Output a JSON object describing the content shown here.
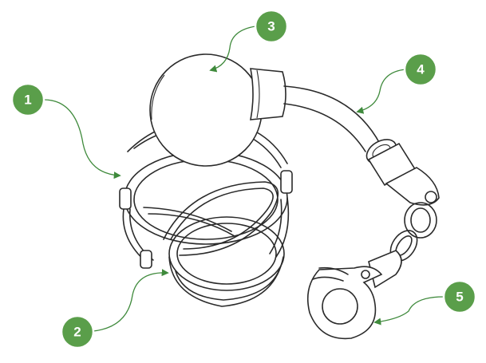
{
  "callouts": [
    {
      "number": "1"
    },
    {
      "number": "2"
    },
    {
      "number": "3"
    },
    {
      "number": "4"
    },
    {
      "number": "5"
    }
  ],
  "colors": {
    "badge": "#5a9e4a",
    "leader": "#3f8a3c",
    "outline": "#2a2a2a"
  }
}
